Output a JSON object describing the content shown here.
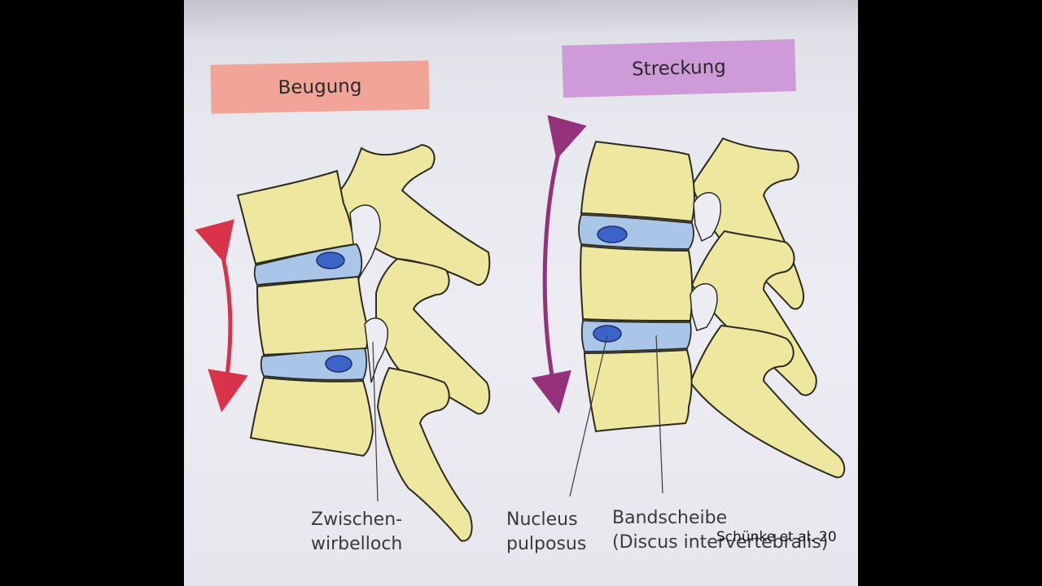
{
  "labels": {
    "flexion": "Beugung",
    "extension": "Streckung"
  },
  "captions": {
    "intervertebral_foramen": "Zwischen-\nwirbelloch",
    "nucleus_pulposus": "Nucleus\npulposus",
    "disc": "Bandscheibe\n(Discus intervertebralis)"
  },
  "credit": "Schünke et al. 20",
  "colors": {
    "bone": "#eee7a0",
    "bone_outline": "#2b2b1e",
    "disc": "#a9c6e8",
    "nucleus": "#3c63c8",
    "flexion_label_bg": "#f1a497",
    "extension_label_bg": "#cf9ad8",
    "flexion_arrow": "#d8334a",
    "extension_arrow": "#95307a"
  }
}
